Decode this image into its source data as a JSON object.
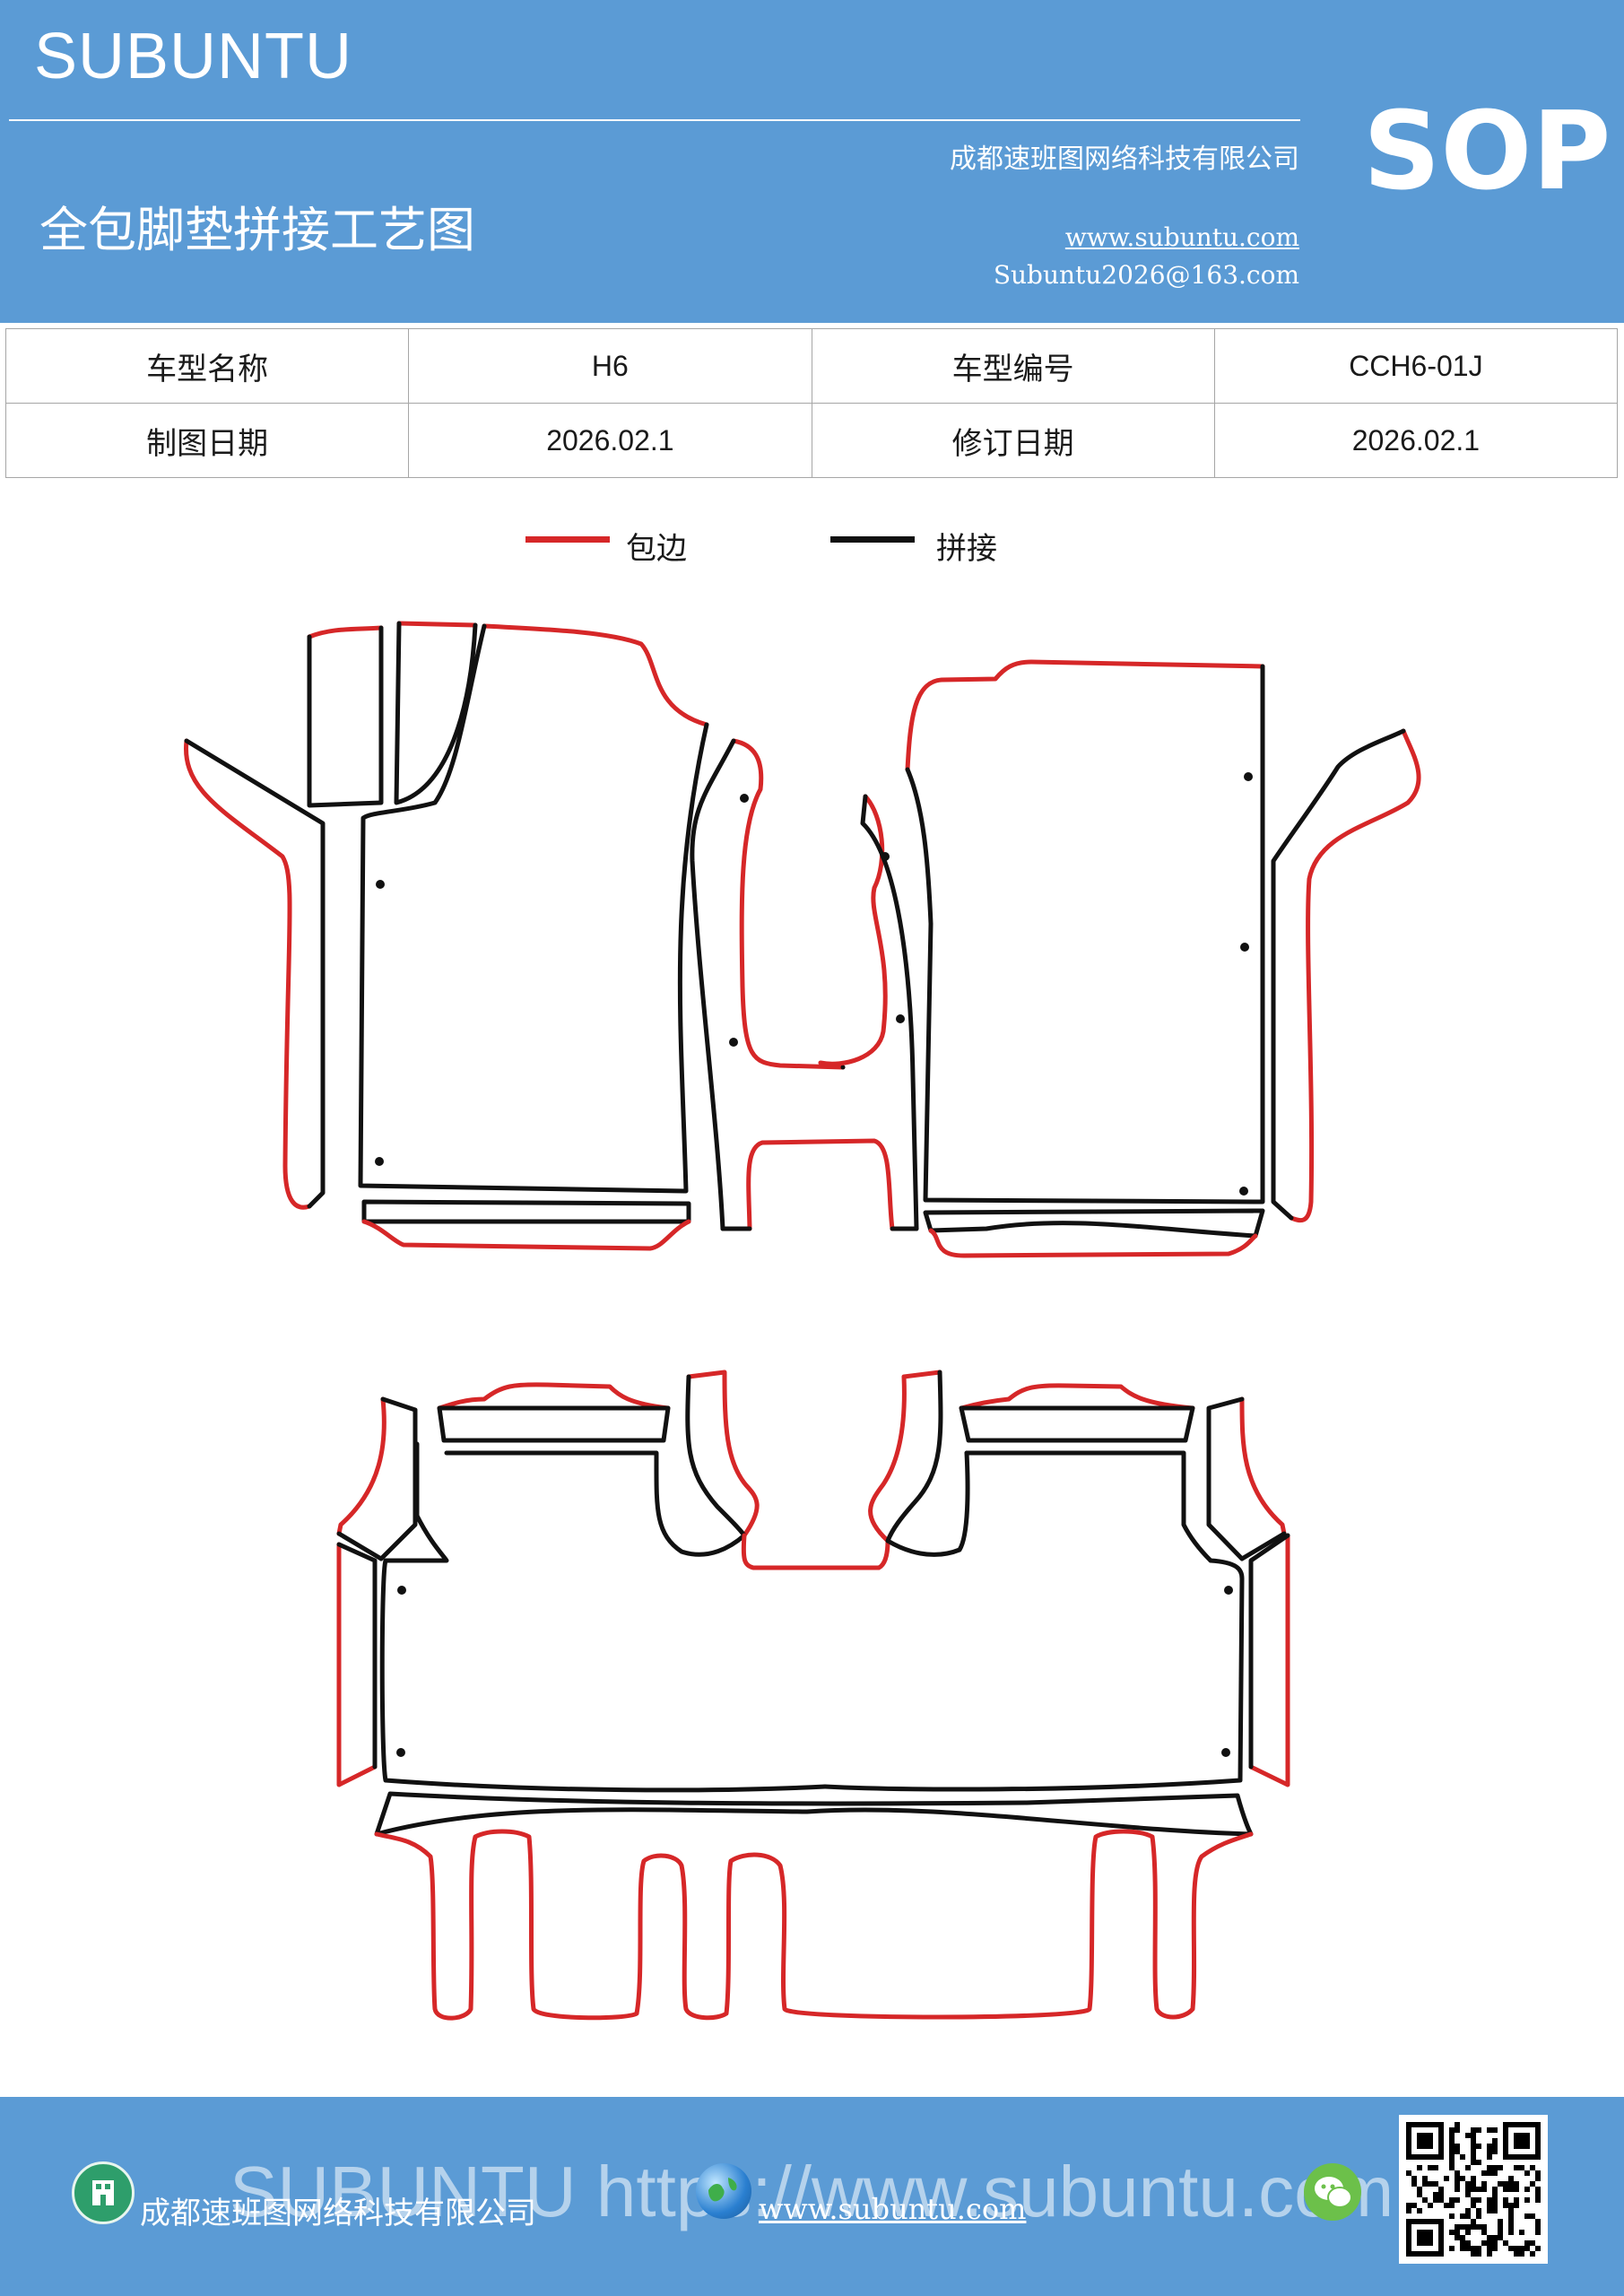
{
  "header": {
    "brand": "SUBUNTU",
    "badge": "SOP",
    "company": "成都速班图网络科技有限公司",
    "title": "全包脚垫拼接工艺图",
    "url": "www.subuntu.com",
    "email": "Subuntu2026@163.com",
    "bg_color": "#5b9bd5"
  },
  "info_table": {
    "rows": [
      {
        "label1": "车型名称",
        "value1": "H6",
        "label2": "车型编号",
        "value2": "CCH6-01J"
      },
      {
        "label1": "制图日期",
        "value1": "2026.02.1",
        "label2": "修订日期",
        "value2": "2026.02.1"
      }
    ]
  },
  "legend": {
    "items": [
      {
        "label": "包边",
        "color": "#d62728"
      },
      {
        "label": "拼接",
        "color": "#111111"
      }
    ]
  },
  "footer": {
    "watermark": "SUBUNTU https://www.subuntu.com",
    "company": "成都速班图网络科技有限公司",
    "url": "www.subuntu.com",
    "icons": [
      "building-icon",
      "globe-icon",
      "wechat-icon",
      "qr-code"
    ]
  }
}
